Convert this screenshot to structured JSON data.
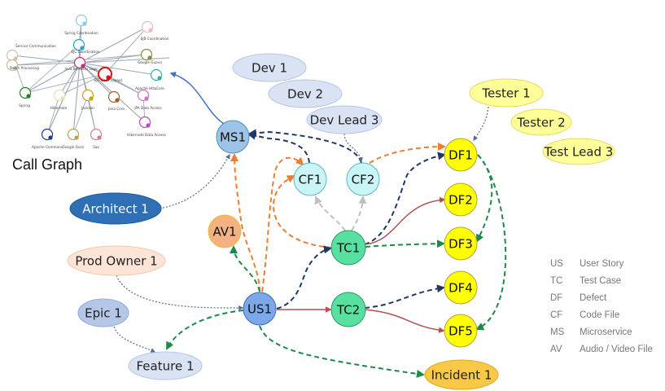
{
  "call_graph": {
    "title": "Call Graph",
    "nodes": [
      {
        "label": "Spring Coordination",
        "color": "#8cc8e8"
      },
      {
        "label": "EJB Coordination",
        "color": "#f2b8c0"
      },
      {
        "label": "Service Communication",
        "color": "#d8c0a8"
      },
      {
        "label": "EJC Coordination",
        "color": "#2aa0d0"
      },
      {
        "label": "Google Guava",
        "color": "#8a8a40"
      },
      {
        "label": "Batch Processing",
        "color": "#c8b8a0"
      },
      {
        "label": "Java Business Logic",
        "color": "#c03070"
      },
      {
        "label": "EJC Code Layout",
        "color": "#e01010"
      },
      {
        "label": "Apache HttpCore",
        "color": "#30b0a0"
      },
      {
        "label": "Spring",
        "color": "#208020"
      },
      {
        "label": "Hibernate",
        "color": "#e8e0b0"
      },
      {
        "label": "Jackson",
        "color": "#d0a010"
      },
      {
        "label": "Java Core",
        "color": "#a06030"
      },
      {
        "label": "JPA Data Access",
        "color": "#d070d0"
      },
      {
        "label": "Hibernate Data Access",
        "color": "#b050c0"
      },
      {
        "label": "Apache Commons",
        "color": "#1a3a8a"
      },
      {
        "label": "Google Gson",
        "color": "#c0a050"
      },
      {
        "label": "Sax",
        "color": "#d08090"
      }
    ]
  },
  "nodes": {
    "MS1": {
      "label": "MS1",
      "fill": "#9dc3e6",
      "stroke": "#4a90b8"
    },
    "CF1": {
      "label": "CF1",
      "fill": "#c9f5f7",
      "stroke": "#5bb8c0"
    },
    "CF2": {
      "label": "CF2",
      "fill": "#c9f5f7",
      "stroke": "#5bb8c0"
    },
    "TC1": {
      "label": "TC1",
      "fill": "#57e0a0",
      "stroke": "#2a9a60"
    },
    "TC2": {
      "label": "TC2",
      "fill": "#57e0a0",
      "stroke": "#2a9a60"
    },
    "US1": {
      "label": "US1",
      "fill": "#7aa8e8",
      "stroke": "#3a6ab0"
    },
    "AV1": {
      "label": "AV1",
      "fill": "#f4b183",
      "stroke": "#e8c030"
    },
    "DF1": {
      "label": "DF1",
      "fill": "#ffff00",
      "stroke": "#b0a040"
    },
    "DF2": {
      "label": "DF2",
      "fill": "#ffff00",
      "stroke": "#b0a040"
    },
    "DF3": {
      "label": "DF3",
      "fill": "#ffff00",
      "stroke": "#b0a040"
    },
    "DF4": {
      "label": "DF4",
      "fill": "#ffff00",
      "stroke": "#b0a040"
    },
    "DF5": {
      "label": "DF5",
      "fill": "#ffff00",
      "stroke": "#b0a040"
    }
  },
  "people": {
    "dev1": {
      "label": "Dev 1",
      "fill": "#dae3f3",
      "stroke": "#b4c6e7",
      "text": "#222"
    },
    "dev2": {
      "label": "Dev 2",
      "fill": "#dae3f3",
      "stroke": "#b4c6e7",
      "text": "#222"
    },
    "devlead3": {
      "label": "Dev Lead 3",
      "fill": "#dae3f3",
      "stroke": "#b4c6e7",
      "text": "#222"
    },
    "tester1": {
      "label": "Tester 1",
      "fill": "#ffff99",
      "stroke": "#e8d860",
      "text": "#222"
    },
    "tester2": {
      "label": "Tester 2",
      "fill": "#ffff99",
      "stroke": "#e8d860",
      "text": "#222"
    },
    "testlead3": {
      "label": "Test Lead 3",
      "fill": "#ffff99",
      "stroke": "#e8d860",
      "text": "#222"
    },
    "architect1": {
      "label": "Architect 1",
      "fill": "#2e6fb5",
      "stroke": "#1f5a9a",
      "text": "#ffffff"
    },
    "prodowner1": {
      "label": "Prod Owner 1",
      "fill": "#fce4d6",
      "stroke": "#f4c8b0",
      "text": "#222"
    },
    "epic1": {
      "label": "Epic 1",
      "fill": "#b4c7e7",
      "stroke": "#8faadc",
      "text": "#222"
    },
    "feature1": {
      "label": "Feature 1",
      "fill": "#dae3f3",
      "stroke": "#b4c6e7",
      "text": "#222"
    },
    "incident1": {
      "label": "Incident 1",
      "fill": "#f9c846",
      "stroke": "#e0a820",
      "text": "#222"
    }
  },
  "edges": [
    {
      "from": "CF1",
      "to": "MS1",
      "color": "#1f3864",
      "style": "dashed"
    },
    {
      "from": "CF2",
      "to": "MS1",
      "color": "#1f3864",
      "style": "dashed"
    },
    {
      "from": "CF2",
      "to": "DF1",
      "color": "#ed7d31",
      "style": "dashed"
    },
    {
      "from": "US1",
      "to": "MS1",
      "color": "#ed7d31",
      "style": "dashed"
    },
    {
      "from": "US1",
      "to": "CF1",
      "color": "#ed7d31",
      "style": "dashed"
    },
    {
      "from": "TC1",
      "to": "CF1",
      "color": "#ed7d31",
      "style": "dashed"
    },
    {
      "from": "TC1",
      "to": "CF1",
      "color": "#bfbfbf",
      "style": "dashed"
    },
    {
      "from": "TC1",
      "to": "CF2",
      "color": "#bfbfbf",
      "style": "dashed"
    },
    {
      "from": "TC1",
      "to": "DF1",
      "color": "#1f3864",
      "style": "dashed"
    },
    {
      "from": "TC1",
      "to": "DF2",
      "color": "#b05050",
      "style": "solid"
    },
    {
      "from": "TC1",
      "to": "DF3",
      "color": "#1e8a4a",
      "style": "dashed"
    },
    {
      "from": "DF1",
      "to": "DF3",
      "color": "#1e8a4a",
      "style": "dashed"
    },
    {
      "from": "DF1",
      "to": "DF5",
      "color": "#1e8a4a",
      "style": "dashed"
    },
    {
      "from": "US1",
      "to": "TC1",
      "color": "#1f3864",
      "style": "dashed"
    },
    {
      "from": "US1",
      "to": "TC2",
      "color": "#b05050",
      "style": "solid"
    },
    {
      "from": "US1",
      "to": "AV1",
      "color": "#1e8a4a",
      "style": "dashed"
    },
    {
      "from": "US1",
      "to": "feature1",
      "color": "#1e8a4a",
      "style": "dashed"
    },
    {
      "from": "US1",
      "to": "incident1",
      "color": "#1e8a4a",
      "style": "dashed"
    },
    {
      "from": "TC2",
      "to": "DF4",
      "color": "#1f3864",
      "style": "dashed"
    },
    {
      "from": "TC2",
      "to": "DF5",
      "color": "#b05050",
      "style": "solid"
    },
    {
      "from": "devlead3",
      "to": "CF2",
      "color": "#5a6a8a",
      "style": "dotted"
    },
    {
      "from": "tester1",
      "to": "DF1",
      "color": "#5a6a8a",
      "style": "dotted"
    },
    {
      "from": "architect1",
      "to": "MS1",
      "color": "#5a6a8a",
      "style": "dotted"
    },
    {
      "from": "prodowner1",
      "to": "US1",
      "color": "#5a6a8a",
      "style": "dotted"
    },
    {
      "from": "epic1",
      "to": "feature1",
      "color": "#5a6a8a",
      "style": "dotted"
    },
    {
      "from": "MS1",
      "to": "call_graph",
      "color": "#4472c4",
      "style": "solid"
    }
  ],
  "legend": [
    {
      "abbr": "US",
      "meaning": "User Story"
    },
    {
      "abbr": "TC",
      "meaning": "Test Case"
    },
    {
      "abbr": "DF",
      "meaning": "Defect"
    },
    {
      "abbr": "CF",
      "meaning": "Code File"
    },
    {
      "abbr": "MS",
      "meaning": "Microservice"
    },
    {
      "abbr": "AV",
      "meaning": "Audio / Video File"
    }
  ]
}
